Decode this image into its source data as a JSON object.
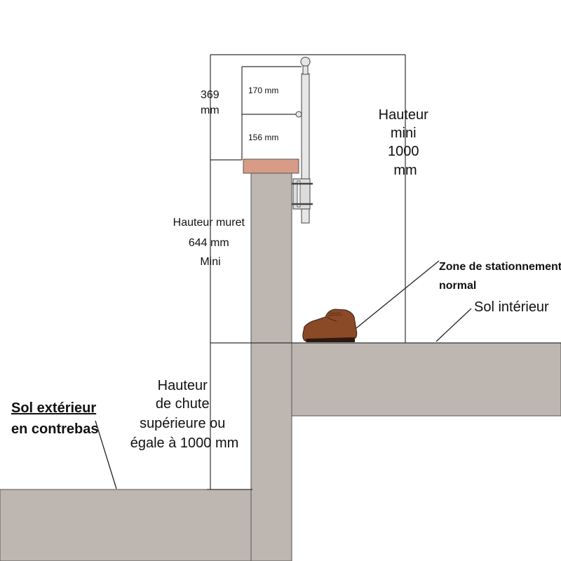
{
  "labels": {
    "dim_369": [
      "369",
      "mm"
    ],
    "dim_170": "170 mm",
    "dim_156": "156 mm",
    "hauteur_mini": [
      "Hauteur",
      "mini",
      "1000",
      "mm"
    ],
    "hauteur_muret": [
      "Hauteur muret",
      "644 mm",
      "Mini"
    ],
    "zone_stationnement": [
      "Zone de stationnement",
      "normal"
    ],
    "sol_interieur": "Sol intérieur",
    "hauteur_chute": [
      "Hauteur",
      "de chute",
      "supérieure ou",
      "égale à 1000 mm"
    ],
    "sol_exterieur": [
      "Sol extérieur",
      "en contrebas"
    ]
  },
  "colors": {
    "ground": "#bdb6b1",
    "wall": "#bdb6b1",
    "coping": "#d79b86",
    "post": "#e6e6e8",
    "shoe": "#8a4a28"
  },
  "icons": {
    "shoe": "shoe-icon"
  }
}
